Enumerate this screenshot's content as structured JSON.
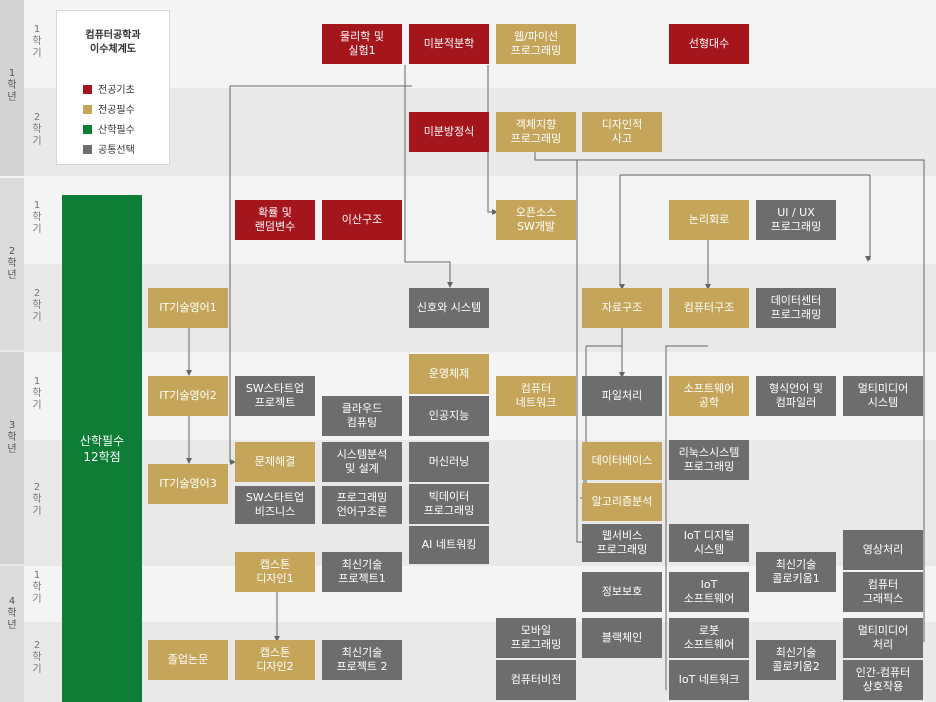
{
  "legend": {
    "title": "컴퓨터공학과\n이수체계도",
    "items": [
      {
        "label": "전공기초",
        "color": "#a4161c"
      },
      {
        "label": "전공필수",
        "color": "#c4a55a"
      },
      {
        "label": "산학필수",
        "color": "#0e7d36"
      },
      {
        "label": "공통선택",
        "color": "#6d6d6d"
      }
    ]
  },
  "years": [
    "1\n학\n년",
    "2\n학\n년",
    "3\n학\n년",
    "4\n학\n년"
  ],
  "semesters": [
    "1\n학\n기",
    "2\n학\n기"
  ],
  "green_block": "산학필수\n12학점",
  "courses": {
    "physics": "물리학 및\n실험1",
    "calculus": "미분적분학",
    "web_python": "웹/파이선\n프로그래밍",
    "linear_algebra": "선형대수",
    "diff_eq": "미분방정식",
    "oop": "객체지향\n프로그래밍",
    "design_thinking": "디자인적\n사고",
    "probability": "확률 및\n랜덤변수",
    "discrete": "이산구조",
    "opensource": "오픈소스\nSW개발",
    "logic_circuit": "논리회로",
    "uiux": "UI / UX\n프로그래밍",
    "it_eng1": "IT기술영어1",
    "signals": "신호와 시스템",
    "data_structure": "자료구조",
    "comp_arch": "컴퓨터구조",
    "datacenter": "데이터센터\n프로그래밍",
    "os": "운영체제",
    "it_eng2": "IT기술영어2",
    "sw_startup_project": "SW스타트업\n프로젝트",
    "cloud": "클라우드\n컴퓨팅",
    "ai": "인공지능",
    "network": "컴퓨터\n네트워크",
    "file_processing": "파일처리",
    "sw_engineering": "소프트웨어\n공학",
    "formal_lang": "형식언어 및\n컴파일러",
    "multimedia_sys": "멀티미디어\n시스템",
    "it_eng3": "IT기술영어3",
    "problem_solving": "문제해결",
    "sys_analysis": "시스템분석\n및 설계",
    "ml": "머신러닝",
    "database": "데이터베이스",
    "linux": "리눅스시스템\n프로그래밍",
    "sw_startup_biz": "SW스타트업\n비즈니스",
    "prog_lang": "프로그래밍\n언어구조론",
    "bigdata": "빅데이터\n프로그래밍",
    "algorithm": "알고리즘분석",
    "ai_network": "AI 네트워킹",
    "web_service": "웹서비스\n프로그래밍",
    "iot_digital": "IoT 디지털\n시스템",
    "image_processing": "영상처리",
    "capstone1": "캡스톤\n디자인1",
    "latest_project1": "최신기술\n프로젝트1",
    "info_security": "정보보호",
    "iot_software": "IoT\n소프트웨어",
    "colloquium1": "최신기술\n콜로키움1",
    "graphics": "컴퓨터\n그래픽스",
    "thesis": "졸업논문",
    "capstone2": "캡스톤\n디자인2",
    "latest_project2": "최신기술\n프로젝트 2",
    "mobile": "모바일\n프로그래밍",
    "blockchain": "블랙체인",
    "robot": "로봇\n소프트웨어",
    "colloquium2": "최신기술\n콜로키움2",
    "multimedia_proc": "멀티미디어\n처리",
    "cv": "컴퓨터비전",
    "iot_network": "IoT 네트워크",
    "hci": "인간-컴퓨터\n상호작용"
  }
}
